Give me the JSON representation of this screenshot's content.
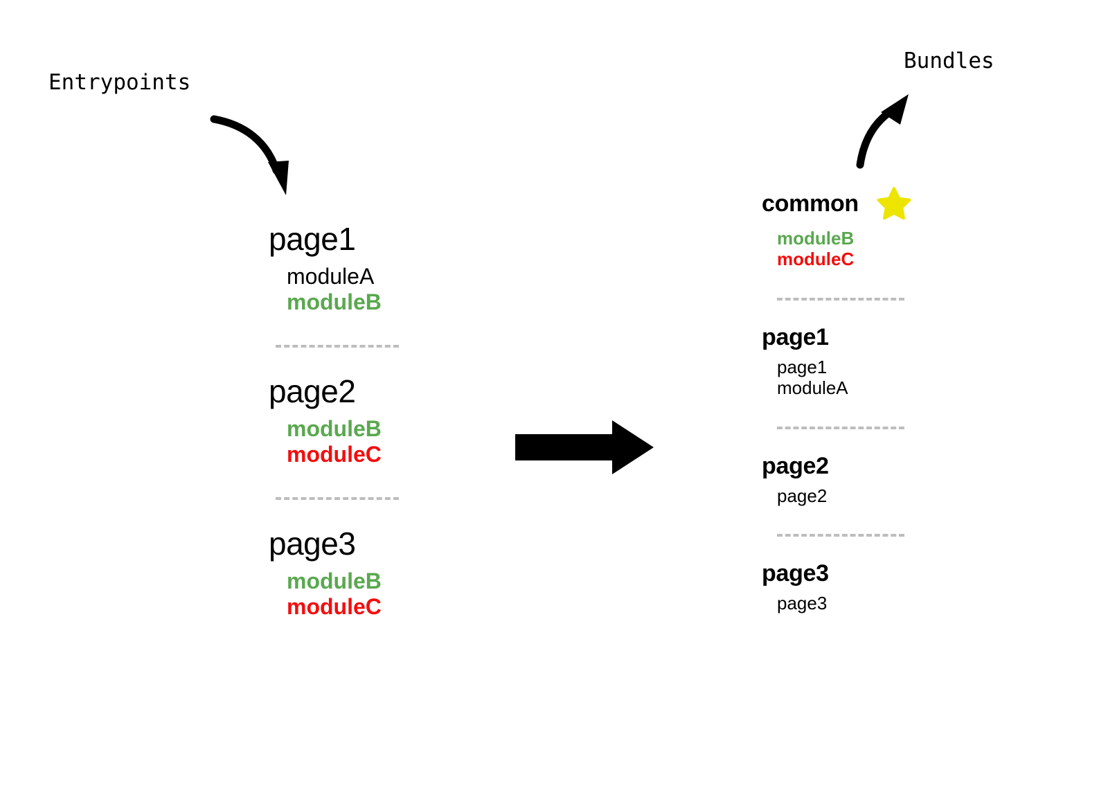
{
  "diagram": {
    "left_caption": "Entrypoints",
    "right_caption": "Bundles",
    "colors": {
      "shared_module": "#5aa84f",
      "duplicate_module": "#f40d0d",
      "plain_module": "#000000",
      "star": "#ede400",
      "divider": "#bdbdbd",
      "arrow": "#000000"
    },
    "icons": {
      "entry_arrow": "curved-arrow-down-right-icon",
      "bundle_arrow": "curved-arrow-up-right-icon",
      "transform_arrow": "block-arrow-right-icon",
      "star": "star-icon"
    }
  },
  "entrypoints": {
    "groups": [
      {
        "title": "page1",
        "modules": [
          {
            "label": "moduleA",
            "style": "plain"
          },
          {
            "label": "moduleB",
            "style": "green"
          }
        ]
      },
      {
        "title": "page2",
        "modules": [
          {
            "label": "moduleB",
            "style": "green"
          },
          {
            "label": "moduleC",
            "style": "red"
          }
        ]
      },
      {
        "title": "page3",
        "modules": [
          {
            "label": "moduleB",
            "style": "green"
          },
          {
            "label": "moduleC",
            "style": "red"
          }
        ]
      }
    ]
  },
  "bundles": {
    "groups": [
      {
        "title": "common",
        "has_star": true,
        "modules": [
          {
            "label": "moduleB",
            "style": "green"
          },
          {
            "label": "moduleC",
            "style": "red"
          }
        ]
      },
      {
        "title": "page1",
        "has_star": false,
        "modules": [
          {
            "label": "page1",
            "style": "plain"
          },
          {
            "label": "moduleA",
            "style": "plain"
          }
        ]
      },
      {
        "title": "page2",
        "has_star": false,
        "modules": [
          {
            "label": "page2",
            "style": "plain"
          }
        ]
      },
      {
        "title": "page3",
        "has_star": false,
        "modules": [
          {
            "label": "page3",
            "style": "plain"
          }
        ]
      }
    ]
  }
}
